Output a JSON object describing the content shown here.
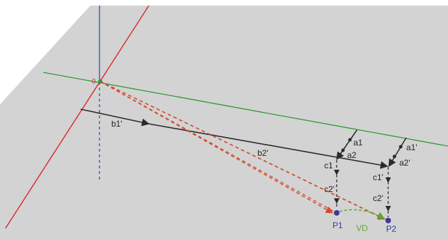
{
  "labels": {
    "origin": "0",
    "b1p": "b1'",
    "b2p": "b2'",
    "a1": "a1",
    "a2": "a2",
    "c1": "c1",
    "c2": "c2'",
    "a1p": "a1'",
    "a2p": "a2'",
    "c1p": "c1'",
    "c2p": "c2'",
    "p1": "P1",
    "p2": "P2",
    "vd": "VD"
  },
  "colors": {
    "plane": "#d3d3d3",
    "x_axis": "#d62f2f",
    "y_axis": "#2e9a2e",
    "z_axis": "#2b4fb0",
    "vector": "#2a2a2a",
    "dashed_ray": "#d24a2a",
    "projection": "#333333",
    "point": "#3b3b9a",
    "vd": "#5aa832"
  }
}
